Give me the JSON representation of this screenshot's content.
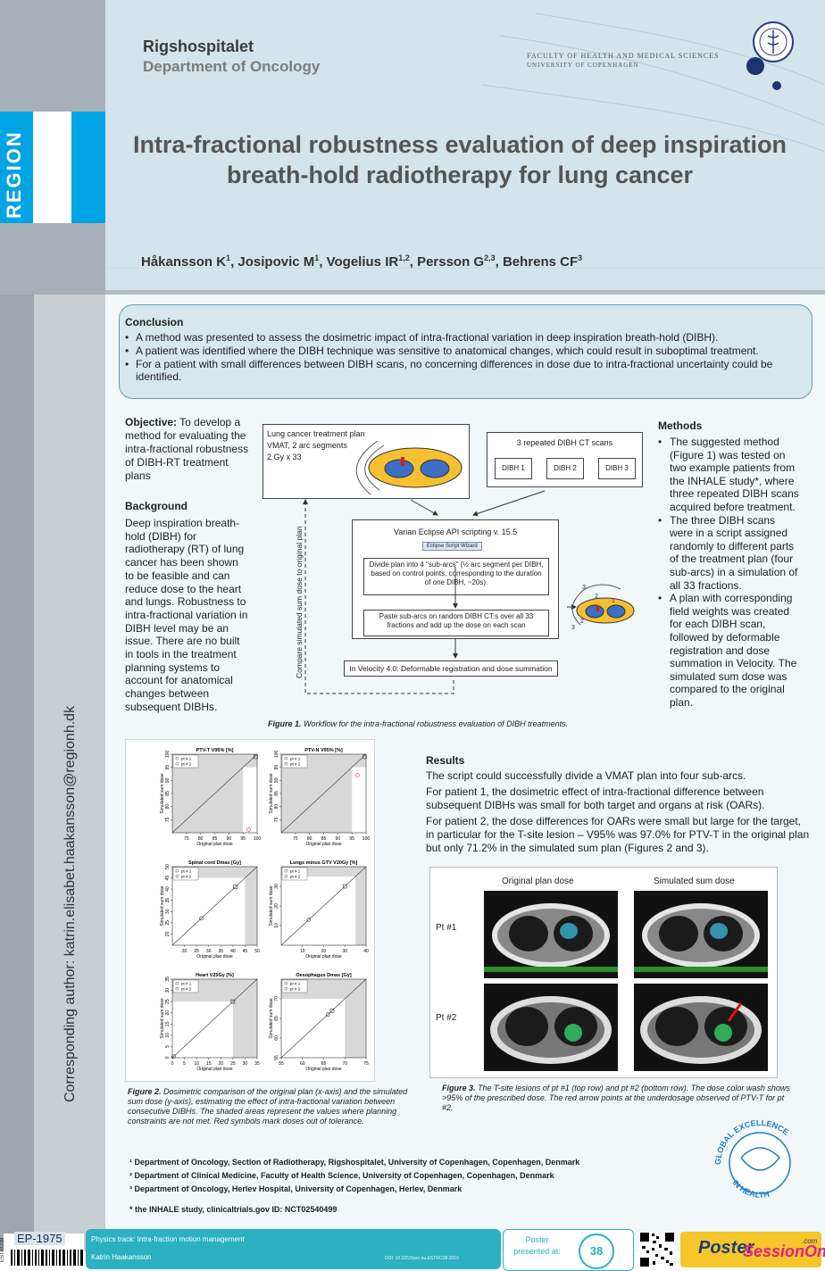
{
  "header": {
    "institution": "Rigshospitalet",
    "department": "Department of Oncology",
    "faculty_line1": "FACULTY OF HEALTH AND MEDICAL SCIENCES",
    "faculty_line2": "UNIVERSITY OF COPENHAGEN",
    "region_label": "REGION",
    "title": "Intra-fractional robustness evaluation of deep inspiration breath-hold radiotherapy for lung cancer",
    "authors": [
      {
        "name": "Håkansson K",
        "sup": "1"
      },
      {
        "name": "Josipovic M",
        "sup": "1"
      },
      {
        "name": "Vogelius IR",
        "sup": "1,2"
      },
      {
        "name": "Persson G",
        "sup": "2,3"
      },
      {
        "name": "Behrens CF",
        "sup": "3"
      }
    ]
  },
  "conclusion": {
    "title": "Conclusion",
    "items": [
      "A method was presented to assess the dosimetric impact of intra-fractional variation in deep inspiration breath-hold (DIBH).",
      "A patient was identified where the DIBH technique was sensitive to anatomical changes, which could result in suboptimal treatment.",
      "For a patient with small differences between DIBH scans, no concerning differences in dose due to intra-fractional uncertainty could be identified."
    ]
  },
  "objective": {
    "label": "Objective:",
    "text": " To develop a method for evaluating the intra-fractional robustness of DIBH-RT treatment plans"
  },
  "background": {
    "title": "Background",
    "text": "Deep inspiration breath-hold (DIBH) for radiotherapy (RT) of lung cancer has been shown to be feasible and can reduce dose to the heart and lungs. Robustness to intra-fractional variation in DIBH level may be an issue. There are no built in tools in the treatment planning systems to account for anatomical changes between subsequent DIBHs."
  },
  "methods": {
    "title": "Methods",
    "items": [
      "The suggested method (Figure 1) was tested on two example patients from the INHALE study*, where three repeated DIBH scans acquired before treatment.",
      "The three DIBH scans were in a script assigned randomly to different parts of the treatment plan (four sub-arcs) in a simulation of all 33 fractions.",
      "A plan with corresponding field weights was created for each DIBH scan, followed by deformable registration and dose summation in Velocity. The simulated sum dose was compared to the original plan."
    ]
  },
  "figure1": {
    "plan_box": [
      "Lung cancer treatment plan",
      "VMAT, 2 arc segments",
      "2 Gy x 33"
    ],
    "ct_title": "3 repeated DIBH CT scans",
    "ct_labels": [
      "DIBH 1",
      "DIBH 2",
      "DIBH 3"
    ],
    "api_title": "Varian Eclipse API scripting v. 15.5",
    "wizard": "Eclipse Script Wizard",
    "step1": "Divide plan into 4 \"sub-arcs\" (½ arc segment per DIBH, based on control points, corresponding to the duration of one DIBH, ~20s).",
    "step2": "Paste sub-arcs on random DIBH CT:s over all 33 fractions and add up the dose on each scan",
    "velocity": "In Velocity 4.0: Deformable registration and dose summation",
    "side_label": "Compare simulated sum dose to original plan",
    "arc_labels": [
      "3",
      "2",
      "1",
      "3",
      "2"
    ],
    "caption_label": "Figure 1.",
    "caption": " Workflow for the intra-fractional robustness evaluation of DIBH treatments."
  },
  "chart_data": [
    {
      "type": "scatter",
      "title": "PTV-T V95% [%]",
      "xlabel": "Original plan dose",
      "ylabel": "Simulated sum dose",
      "xlim": [
        70,
        100
      ],
      "ylim": [
        70,
        100
      ],
      "xticks": [
        75,
        80,
        85,
        90,
        95,
        100
      ],
      "yticks": [
        75,
        80,
        85,
        90,
        95,
        100
      ],
      "legend": [
        "pt # 1",
        "pt # 2"
      ],
      "series": [
        {
          "name": "pt # 1",
          "x": [
            99.5
          ],
          "y": [
            99
          ]
        },
        {
          "name": "pt # 2",
          "x": [
            97
          ],
          "y": [
            71.2
          ]
        }
      ]
    },
    {
      "type": "scatter",
      "title": "PTV-N V95% [%]",
      "xlabel": "Original plan dose",
      "ylabel": "Simulated sum dose",
      "xlim": [
        70,
        100
      ],
      "ylim": [
        70,
        100
      ],
      "xticks": [
        75,
        80,
        85,
        90,
        95,
        100
      ],
      "yticks": [
        75,
        80,
        85,
        90,
        95,
        100
      ],
      "legend": [
        "pt # 1",
        "pt # 2"
      ],
      "series": [
        {
          "name": "pt # 1",
          "x": [
            99.5
          ],
          "y": [
            99
          ]
        },
        {
          "name": "pt # 2",
          "x": [
            97
          ],
          "y": [
            92
          ]
        }
      ]
    },
    {
      "type": "scatter",
      "title": "Spinal cord Dmax [Gy]",
      "xlabel": "Original plan dose",
      "ylabel": "Simulated sum dose",
      "xlim": [
        15,
        50
      ],
      "ylim": [
        15,
        50
      ],
      "xticks": [
        20,
        25,
        30,
        35,
        40,
        45,
        50
      ],
      "yticks": [
        20,
        25,
        30,
        35,
        40,
        45,
        50
      ],
      "legend": [
        "pt # 1",
        "pt # 2"
      ],
      "series": [
        {
          "name": "pt # 1",
          "x": [
            41
          ],
          "y": [
            41
          ]
        },
        {
          "name": "pt # 2",
          "x": [
            27
          ],
          "y": [
            27
          ]
        }
      ]
    },
    {
      "type": "scatter",
      "title": "Lungs minus GTV V20Gy [%]",
      "xlabel": "Original plan dose",
      "ylabel": "Simulated sum dose",
      "xlim": [
        0,
        40
      ],
      "ylim": [
        0,
        40
      ],
      "xticks": [
        10,
        20,
        30,
        40
      ],
      "yticks": [
        10,
        20,
        30
      ],
      "legend": [
        "pt # 1",
        "pt # 2"
      ],
      "series": [
        {
          "name": "pt # 1",
          "x": [
            30
          ],
          "y": [
            30
          ]
        },
        {
          "name": "pt # 2",
          "x": [
            13
          ],
          "y": [
            13
          ]
        }
      ]
    },
    {
      "type": "scatter",
      "title": "Heart V25Gy [%]",
      "xlabel": "Original plan dose",
      "ylabel": "Simulated sum dose",
      "xlim": [
        0,
        35
      ],
      "ylim": [
        0,
        35
      ],
      "xticks": [
        0,
        5,
        10,
        15,
        20,
        25,
        30,
        35
      ],
      "yticks": [
        0,
        5,
        10,
        15,
        20,
        25,
        30,
        35
      ],
      "legend": [
        "pt # 1",
        "pt # 2"
      ],
      "series": [
        {
          "name": "pt # 1",
          "x": [
            25
          ],
          "y": [
            25
          ]
        },
        {
          "name": "pt # 2",
          "x": [
            0.5
          ],
          "y": [
            0.5
          ]
        }
      ]
    },
    {
      "type": "scatter",
      "title": "Oesophagus Dmax [Gy]",
      "xlabel": "Original plan dose",
      "ylabel": "Simulated sum dose",
      "xlim": [
        55,
        75
      ],
      "ylim": [
        55,
        75
      ],
      "xticks": [
        55,
        60,
        65,
        70,
        75
      ],
      "yticks": [
        55,
        60,
        65,
        70
      ],
      "legend": [
        "pt # 1",
        "pt # 2"
      ],
      "series": [
        {
          "name": "pt # 1",
          "x": [
            67
          ],
          "y": [
            67
          ]
        },
        {
          "name": "pt # 2",
          "x": [
            66
          ],
          "y": [
            66
          ]
        }
      ]
    }
  ],
  "figure2": {
    "caption_label": "Figure 2.",
    "caption": " Dosimetric comparison of the original plan (x-axis) and the simulated sum dose (y-axis), estimating the effect of intra-fractional variation between consecutive DIBHs. The shaded areas represent the values where planning constraints are not met. Red symbols mark doses out of tolerance."
  },
  "results": {
    "title": "Results",
    "paragraphs": [
      "The script could successfully divide a VMAT plan into four sub-arcs.",
      "For patient 1, the dosimetric effect of intra-fractional difference between subsequent DIBHs was small for both target and organs at risk (OARs).",
      "For patient 2, the dose differences for OARs were small but large for the target, in particular for the T-site lesion – V95% was 97.0% for PTV-T in the original plan but only 71.2% in the simulated sum plan (Figures 2 and 3)."
    ]
  },
  "figure3": {
    "col1": "Original plan dose",
    "col2": "Simulated sum dose",
    "row1": "Pt #1",
    "row2": "Pt #2",
    "caption_label": "Figure 3.",
    "caption": " The T-site lesions of pt #1 (top row) and pt #2 (bottom row). The dose color wash shows >95% of the prescribed dose. The red arrow points at the underdosage observed of PTV-T for pt #2."
  },
  "affiliations": [
    "¹ Department of Oncology, Section of Radiotherapy, Rigshospitalet, University of Copenhagen, Copenhagen, Denmark",
    "² Department of Clinical Medicine, Faculty of Health Science, University of Copenhagen, Copenhagen, Denmark",
    "³ Department of Oncology, Herlev Hospital, University of Copenhagen, Herlev, Denmark"
  ],
  "inhale_note": "* the INHALE study, clinicaltrials.gov ID: NCT02540499",
  "corresponding": "Corresponding author: katrin.elisabet.haakansson@regionh.dk",
  "badge": {
    "arc": "GLOBAL EXCELLENCE",
    "bottom": "IN HEALTH"
  },
  "footer": {
    "code": "EP-1975",
    "conf": "ESTRO38",
    "track": "Physics track: Intra-fraction motion management",
    "author": "Katrin Haakansson",
    "doi": "DOI: 10.3252/pso.eu.ESTRO38.2019",
    "poster_label1": "Poster",
    "poster_label2": "presented at:",
    "poster_num": "38",
    "brand1": "Poster",
    "brand2": "SessionOnline",
    "brand3": ".com"
  }
}
